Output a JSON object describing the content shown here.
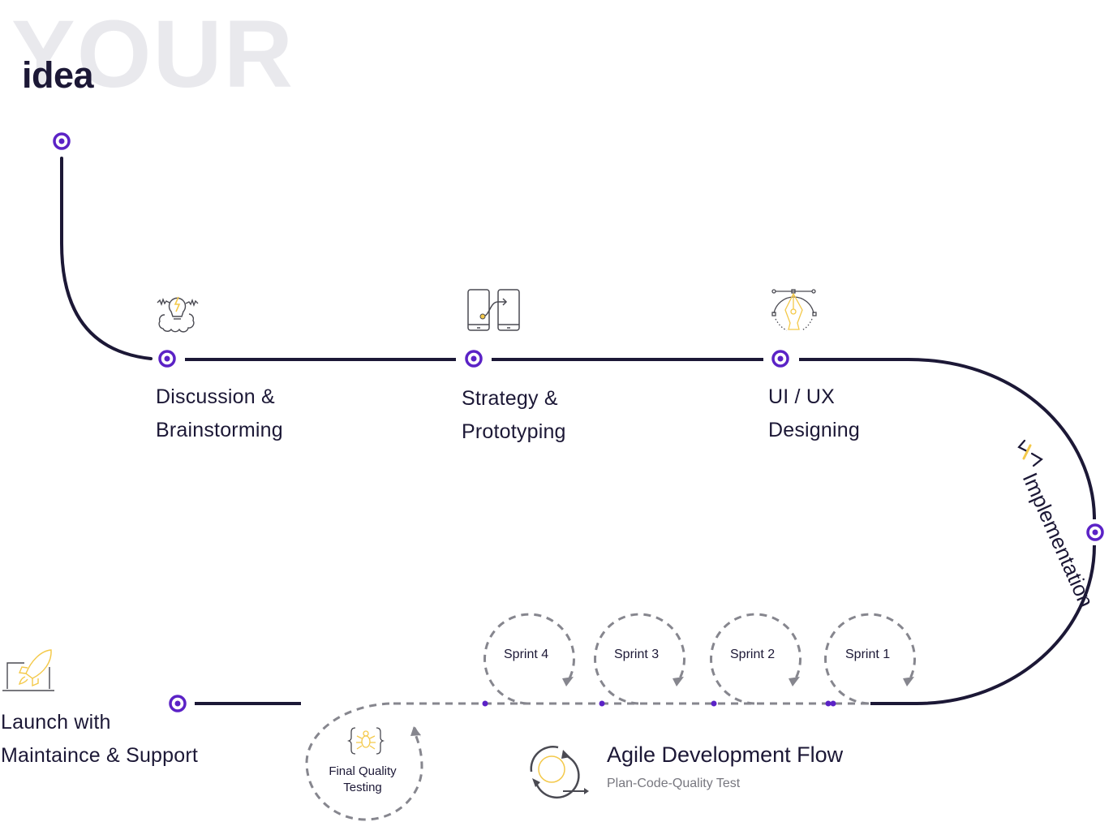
{
  "header": {
    "background_word": "YOUR",
    "title": "idea"
  },
  "colors": {
    "path": "#1c1836",
    "node": "#5b22c6",
    "dashed": "#86868e",
    "accent_yellow": "#f4c94a",
    "icon_gray": "#4a4a52",
    "muted_text": "#77777f",
    "background_word": "#e9e9ed"
  },
  "stages": [
    {
      "line1": "Discussion &",
      "line2": "Brainstorming",
      "icon": "lightbulb-brainstorm-icon"
    },
    {
      "line1": "Strategy &",
      "line2": "Prototyping",
      "icon": "phones-prototype-icon"
    },
    {
      "line1": "UI / UX",
      "line2": "Designing",
      "icon": "pen-tool-bezier-icon"
    }
  ],
  "implementation": {
    "code_glyph": "</>",
    "label": "Implementation"
  },
  "sprints": [
    "Sprint 4",
    "Sprint 3",
    "Sprint 2",
    "Sprint 1"
  ],
  "final_testing": {
    "line1": "Final Quality",
    "line2": "Testing",
    "icon": "bug-braces-icon"
  },
  "launch": {
    "line1": "Launch with",
    "line2": "Maintaince & Support",
    "icon": "laptop-rocket-icon"
  },
  "agile": {
    "title": "Agile Development Flow",
    "subtitle": "Plan-Code-Quality Test",
    "icon": "agile-cycle-icon"
  }
}
